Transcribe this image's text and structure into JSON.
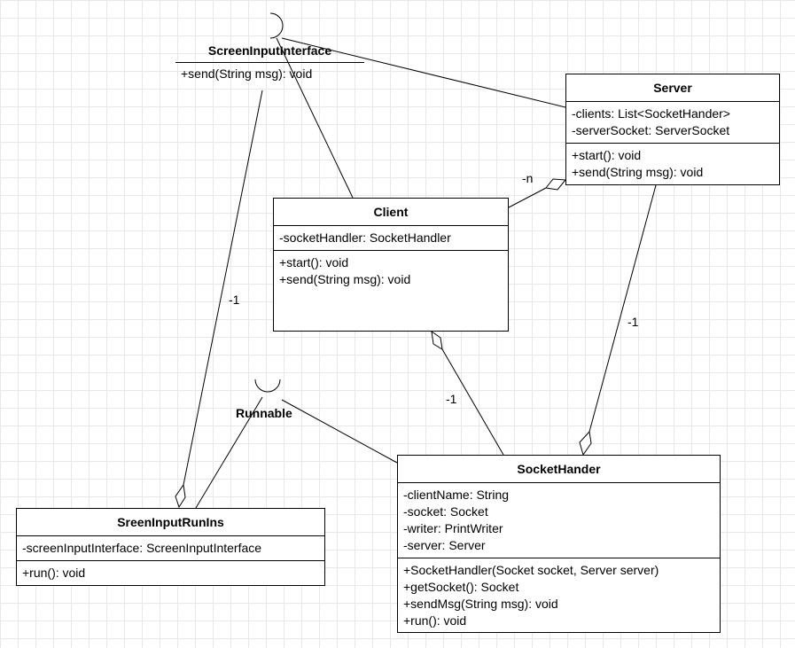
{
  "interfaces": {
    "screen_input": {
      "name": "ScreenInputInterface",
      "operations": [
        "+send(String msg): void"
      ]
    },
    "runnable": {
      "name": "Runnable"
    }
  },
  "classes": {
    "server": {
      "name": "Server",
      "attributes": [
        "-clients: List<SocketHander>",
        "-serverSocket: ServerSocket"
      ],
      "operations": [
        "+start(): void",
        "+send(String msg): void"
      ]
    },
    "client": {
      "name": "Client",
      "attributes": [
        "-socketHandler:  SocketHandler"
      ],
      "operations": [
        "+start(): void",
        "+send(String msg): void"
      ]
    },
    "socket_hander": {
      "name": "SocketHander",
      "attributes": [
        "-clientName: String",
        "-socket: Socket",
        "-writer: PrintWriter",
        "-server: Server"
      ],
      "operations": [
        "+SocketHandler(Socket socket, Server server)",
        "+getSocket(): Socket",
        "+sendMsg(String msg): void",
        "+run(): void"
      ]
    },
    "screen_input_run_ins": {
      "name": "SreenInputRunIns",
      "attributes": [
        "-screenInputInterface: ScreenInputInterface"
      ],
      "operations": [
        "+run(): void"
      ]
    }
  },
  "multiplicities": {
    "server_client": "-n",
    "screen_run_ins": "-1",
    "server_socket_hander": "-1",
    "client_socket_hander": "-1"
  }
}
